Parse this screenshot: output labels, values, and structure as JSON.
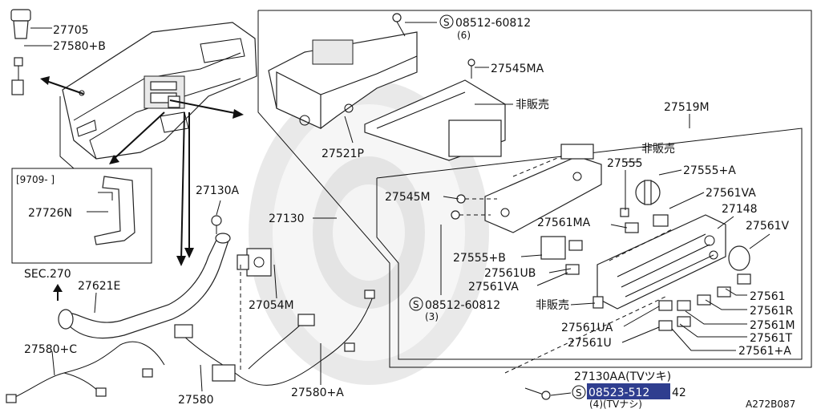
{
  "labels": {
    "p27705": "27705",
    "p27580b": "27580+B",
    "p27726n": "27726N",
    "bracket_date": "[9709-     ]",
    "p27130a": "27130A",
    "p27130": "27130",
    "sec270": "SEC.270",
    "p27621e": "27621E",
    "p27054m": "27054M",
    "p27580c": "27580+C",
    "p27580": "27580",
    "p27580a": "27580+A",
    "p08512_top": "08512-60812",
    "p08512_top_qty": "(6)",
    "p27545ma": "27545MA",
    "hihanbai_top": "非販売",
    "p27521p": "27521P",
    "p27519m": "27519M",
    "hihanbai_mid": "非販売",
    "p27555": "27555",
    "p27555a": "27555+A",
    "p27545m": "27545M",
    "p27561va_top": "27561VA",
    "p27148": "27148",
    "p27561ma": "27561MA",
    "p27561v": "27561V",
    "p27555b": "27555+B",
    "p27561ub": "27561UB",
    "p27561va_low": "27561VA",
    "p08512_low": "08512-60812",
    "p08512_low_qty": "(3)",
    "hihanbai_low": "非販売",
    "p27561": "27561",
    "p27561r": "27561R",
    "p27561ua": "27561UA",
    "p27561m": "27561M",
    "p27561u": "27561U",
    "p27561t": "27561T",
    "p27561a": "27561+A",
    "p27130aa": "27130AA(TVツキ)",
    "p08523_hl": "08523-512",
    "p08523_rest": "42",
    "p08523_qty": "(4)(TVナシ)",
    "ref_code": "A272B087",
    "s_mark": "S"
  },
  "colors": {
    "highlight": "#2f3e8f",
    "ink": "#111111"
  }
}
